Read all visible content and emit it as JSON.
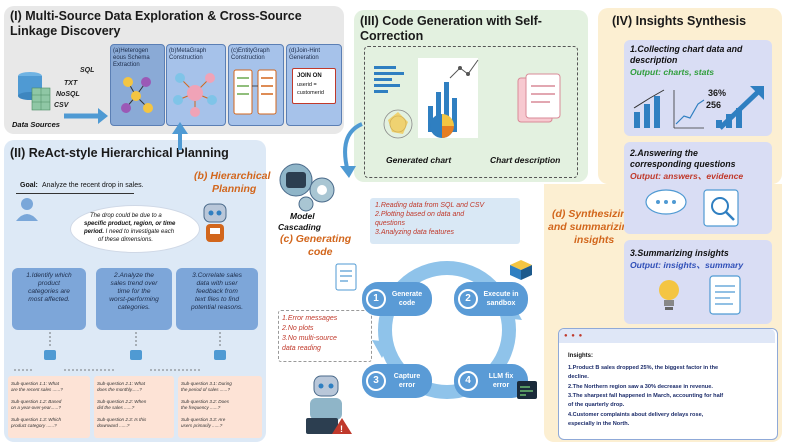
{
  "panel1": {
    "title_line1": "(I) Multi-Source Data Exploration & Cross-Source",
    "title_line2": "Linkage Discovery",
    "sources": [
      "SQL",
      "TXT",
      "NoSQL",
      "CSV"
    ],
    "data_sources_label": "Data Sources",
    "steps": [
      {
        "label_a": "(a)Heterogen",
        "label_b": "eous Schema",
        "label_c": "Extraction"
      },
      {
        "label_a": "(b)MetaGraph",
        "label_b": "Construction",
        "label_c": ""
      },
      {
        "label_a": "(c)EntityGraph",
        "label_b": "Construction",
        "label_c": ""
      },
      {
        "label_a": "(d)Join-Hint",
        "label_b": "Generation",
        "label_c": ""
      }
    ],
    "join_hint": [
      "JOIN ON",
      "userid =",
      "customerid"
    ]
  },
  "panel2": {
    "title": "(II) ReAct-style Hierarchical Planning",
    "goal_label": "Goal:",
    "goal_text": "Analyze the recent drop in sales.",
    "bubble_1": "The drop could be due to a",
    "bubble_2": "specific product, region, or time",
    "bubble_3": "period.",
    "bubble_3b": " I need to investigate each",
    "bubble_4": "of these dimensions.",
    "callout_1": "(b) Hierarchical",
    "callout_2": "Planning",
    "plans": [
      [
        "1.Identify which",
        "product",
        "categories are",
        "most affected."
      ],
      [
        "2.Analyze the",
        "sales trend over",
        "time for the",
        "worst-performing",
        "categories."
      ],
      [
        "3.Correlate sales",
        "data with user",
        "feedback from",
        "text files to find",
        "potential reasons."
      ]
    ],
    "subquestions": [
      [
        "Sub-question 1.1: What",
        "are the recent sales ......?",
        "Sub-question 1.2: Based",
        "on a year-over-year......?",
        "Sub-question 1.3: Which",
        "product category ......?"
      ],
      [
        "Sub-question 2.1: What",
        "does the monthly......?",
        "Sub-question 2.2: When",
        "did the sales ......?",
        "Sub-question 2.3: Is this",
        "downward ......?"
      ],
      [
        "Sub-question 3.1: During",
        "the period of sales ......?",
        "Sub-question 3.2: Does",
        "the frequency ......?",
        "Sub-question 3.3: Are",
        "users primarily ......?"
      ]
    ]
  },
  "panel3": {
    "title_line1": "(III) Code Generation with Self-",
    "title_line2": "Correction",
    "generated_chart": "Generated chart",
    "chart_description": "Chart description",
    "model_cascading_1": "Model",
    "model_cascading_2": "Cascading",
    "generating_1": "(c) Generating",
    "generating_2": "code",
    "plan_note": [
      "1.Reading data from SQL and CSV",
      "2.Plotting based on data and",
      "questions",
      "3.Analyzing data features"
    ],
    "error_note": [
      "1.Error messages",
      "2.No plots",
      "3.No multi-source",
      "data reading"
    ],
    "steps": [
      {
        "num": "1",
        "a": "Generate",
        "b": "code"
      },
      {
        "num": "2",
        "a": "Execute in",
        "b": "sandbox"
      },
      {
        "num": "3",
        "a": "Capture",
        "b": "error"
      },
      {
        "num": "4",
        "a": "LLM fix",
        "b": "error"
      }
    ]
  },
  "panel4": {
    "title": "(IV)  Insights Synthesis",
    "card1_title_1": "1.Collecting chart data and",
    "card1_title_2": "description",
    "card1_sub": "Output: charts, stats",
    "card1_pct_a": "36%",
    "card1_pct_b": "256",
    "synth_1": "(d) Synthesizing",
    "synth_2": "and summarizing",
    "synth_3": "insights",
    "card2_title_1": "2.Answering the",
    "card2_title_2": "corresponding questions",
    "card2_sub": "Output: answers、evidence",
    "card3_title": "3.Summarizing insights",
    "card3_sub": "Output: insights、summary",
    "insights_label": "Insights:",
    "insights": [
      "1.Product B sales dropped 25%, the biggest factor in the",
      "decline.",
      "2.The Northern region saw a 30% decrease in revenue.",
      "3.The sharpest fall happened in March, accounting for half",
      "of the quarterly drop.",
      "4.Customer complaints about delivery delays rose,",
      "especially in the North."
    ]
  },
  "colors": {
    "panel1_bg": "#e8e8e8",
    "panel2_bg": "#dde9f6",
    "panel3_bg": "#e3f1e0",
    "panel4_bg": "#fcefd2",
    "accent_orange": "#d2661c",
    "accent_red": "#c0392b",
    "step_blue": "#5a9bd6"
  }
}
